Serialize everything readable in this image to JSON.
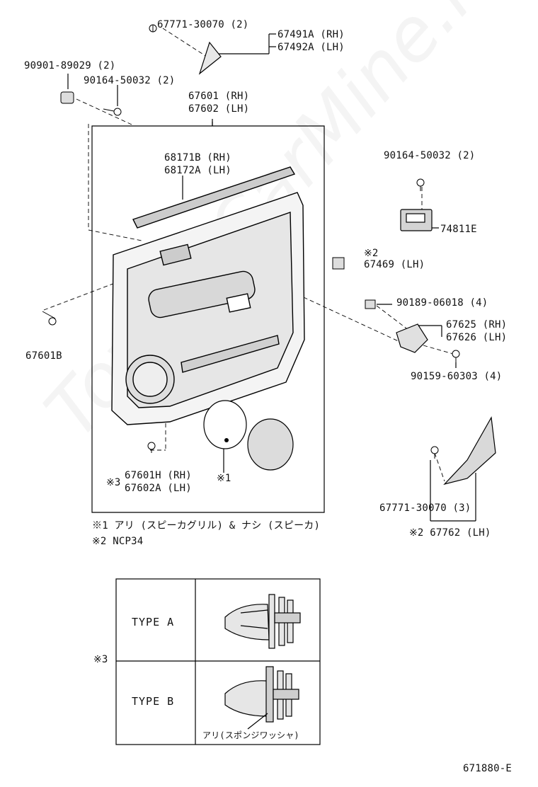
{
  "watermark": "ToyotaCarMine.ru",
  "parts": {
    "clip_top": "67771-30070 (2)",
    "cover_rh": "67491A (RH)",
    "cover_lh": "67492A (LH)",
    "nut": "90901-89029 (2)",
    "screw_left": "90164-50032 (2)",
    "board_rh": "67601 (RH)",
    "board_lh": "67602 (LH)",
    "weatherstrip_rh": "68171B (RH)",
    "weatherstrip_lh": "68172A (LH)",
    "clip_left": "67601B",
    "clip_bottom_rh": "67601H (RH)",
    "clip_bottom_lh": "67602A (LH)",
    "screw_right": "90164-50032 (2)",
    "switch_base": "74811E",
    "ref2_mark": "※2",
    "bracket": "67469 (LH)",
    "clip_right": "90189-06018 (4)",
    "handle_rh": "67625 (RH)",
    "handle_lh": "67626 (LH)",
    "bolt_right": "90159-60303 (4)",
    "clip_trim": "67771-30070 (3)",
    "trim_cover": "※2 67762 (LH)",
    "ref1_mark": "※1",
    "ref3_mark": "※3"
  },
  "notes": {
    "note1": "※1 アリ (スピーカグリル) & ナシ (スピーカ)",
    "note2": "※2 NCP34"
  },
  "table": {
    "side_mark": "※3",
    "type_a": "TYPE A",
    "type_b": "TYPE B",
    "type_b_caption": "アリ(スポンジワッシャ)"
  },
  "figure_id": "671880-E"
}
